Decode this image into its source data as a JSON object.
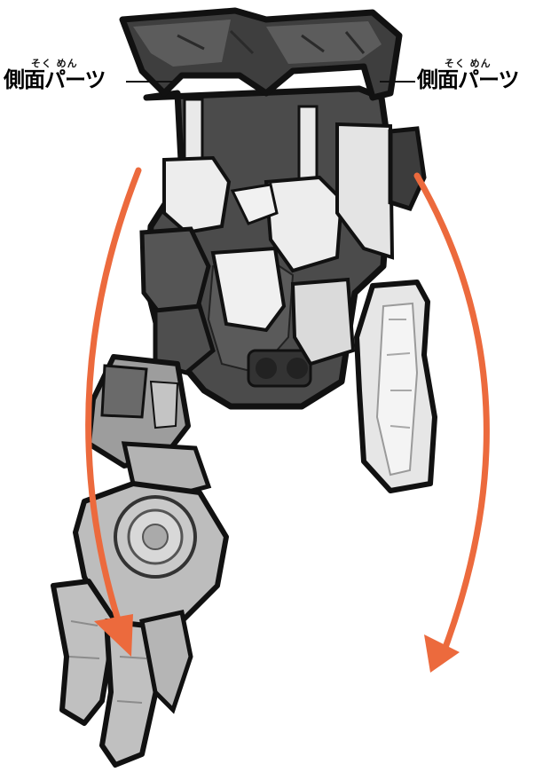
{
  "callouts": {
    "left": {
      "ruby": "そく めん",
      "label": "側面パーツ"
    },
    "right": {
      "ruby": "そく めん",
      "label": "側面パーツ"
    }
  },
  "colors": {
    "arrow": "#ec6a3d",
    "outline": "#111111",
    "dark_plastic": "#4a4a4a",
    "mid_plastic": "#6e6e6e",
    "light_plastic": "#e9e9e9",
    "grey_plastic": "#b9b9b9"
  },
  "icons": {
    "left_arrow": "curved-arrow-down-icon",
    "right_arrow": "curved-arrow-down-icon"
  }
}
